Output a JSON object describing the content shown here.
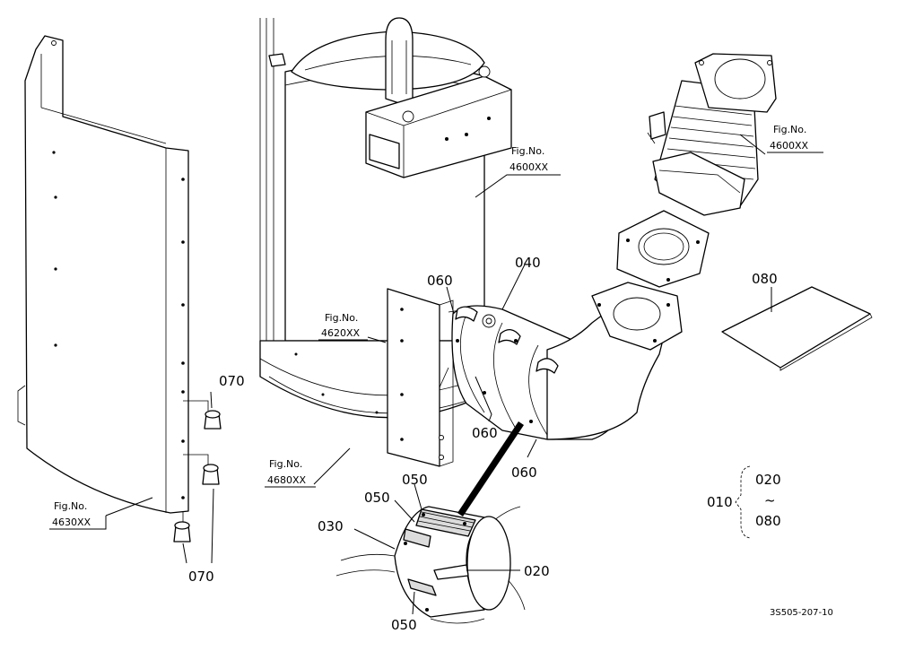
{
  "callouts": {
    "c040": "040",
    "c060_top": "060",
    "c060_mid": "060",
    "c060_low": "060",
    "c070_top": "070",
    "c070_bottom": "070",
    "c080": "080",
    "c050_a": "050",
    "c050_b": "050",
    "c050_c": "050",
    "c030": "030",
    "c020": "020",
    "c010": "010",
    "range_start": "020",
    "range_tilde": "~",
    "range_end": "080"
  },
  "fig_refs": {
    "ref_top": {
      "label": "Fig.No.",
      "number": "4600XX"
    },
    "ref_right": {
      "label": "Fig.No.",
      "number": "4600XX"
    },
    "ref_mid": {
      "label": "Fig.No.",
      "number": "4620XX"
    },
    "ref_low": {
      "label": "Fig.No.",
      "number": "4680XX"
    },
    "ref_left": {
      "label": "Fig.No.",
      "number": "4630XX"
    }
  },
  "drawing_number": "3S505-207-10"
}
